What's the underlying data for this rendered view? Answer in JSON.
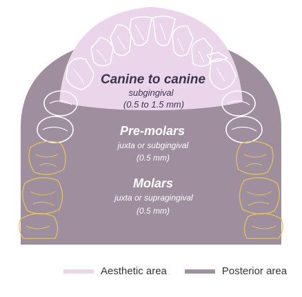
{
  "colors": {
    "aesthetic": "#ebd5ea",
    "posterior": "#9e8e9e",
    "molar_outline": "#e4c25a",
    "tooth_outline": "#ffffff",
    "legend_text": "#333333",
    "title_dark": "#3a3550"
  },
  "anterior": {
    "title": "Canine to canine",
    "sub": "subgingival",
    "range": "(0.5 to 1.5 mm)"
  },
  "premolars": {
    "title": "Pre-molars",
    "sub": "juxta or subgingival",
    "range": "(0.5 mm)"
  },
  "molars": {
    "title": "Molars",
    "sub": "juxta or supragingival",
    "range": "(0.5 mm)"
  },
  "legend": [
    {
      "label": "Aesthetic area",
      "color": "#ebd5ea"
    },
    {
      "label": "Posterior area",
      "color": "#9e8e9e"
    }
  ]
}
